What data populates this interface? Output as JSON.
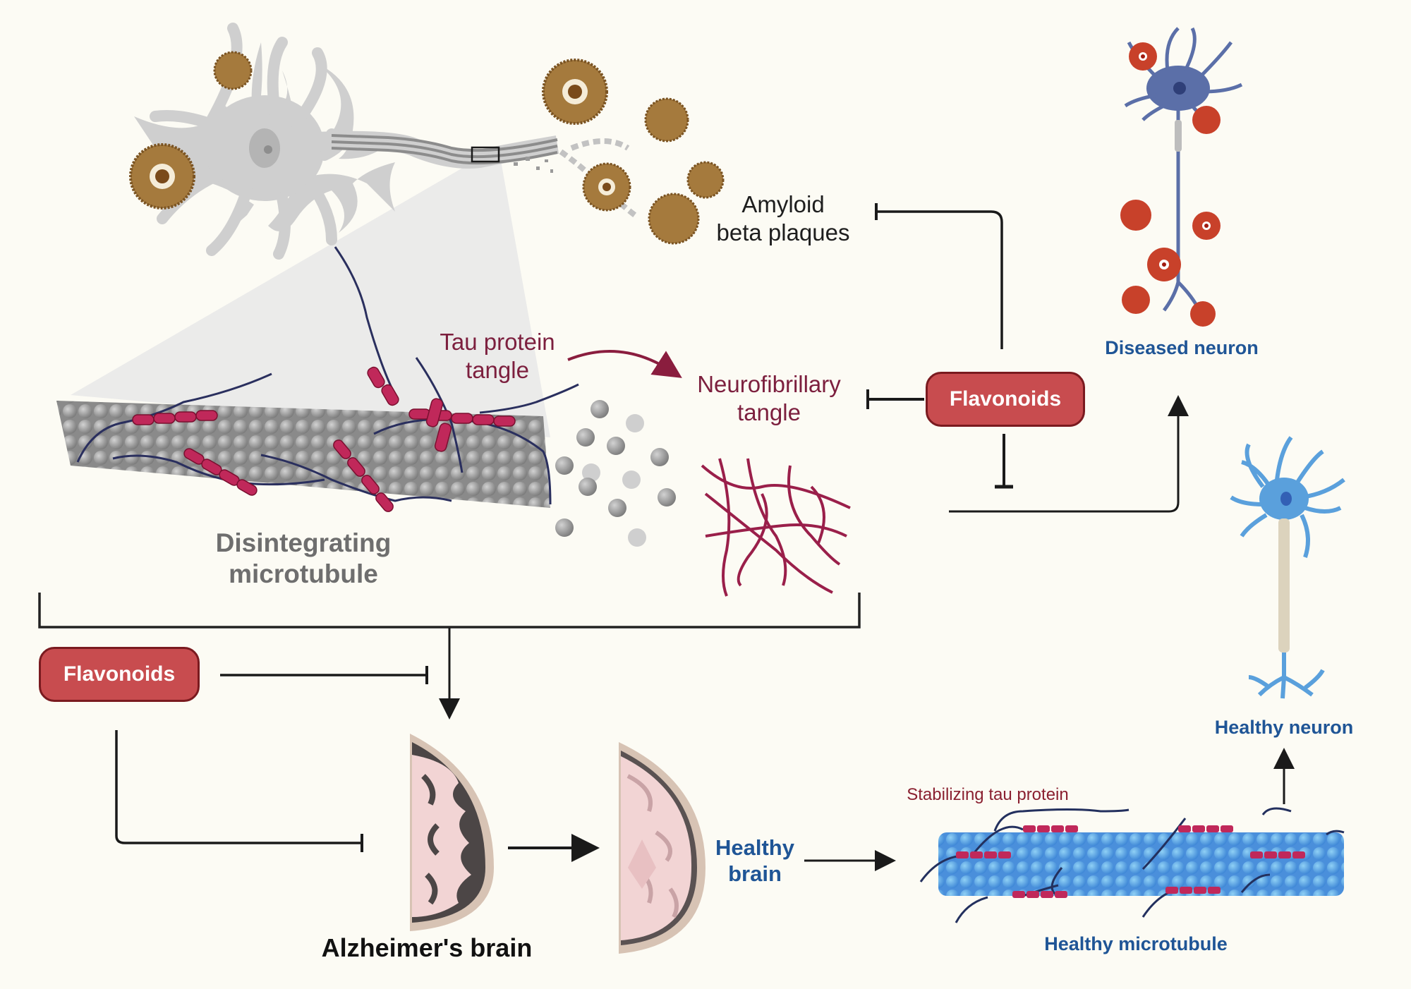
{
  "labels": {
    "amyloid": [
      "Amyloid",
      "beta plaques"
    ],
    "tau_tangle": [
      "Tau protein",
      "tangle"
    ],
    "neurofibrillary": [
      "Neurofibrillary",
      "tangle"
    ],
    "disintegrating": [
      "Disintegrating",
      "microtubule"
    ],
    "diseased_neuron": "Diseased neuron",
    "healthy_neuron": "Healthy neuron",
    "alzheimers_brain": "Alzheimer's brain",
    "healthy_brain": [
      "Healthy",
      "brain"
    ],
    "stabilizing_tau": "Stabilizing tau protein",
    "healthy_microtubule": "Healthy microtubule"
  },
  "flavonoid_boxes": {
    "top": "Flavonoids",
    "left": "Flavonoids"
  },
  "colors": {
    "background": "#fcfbf4",
    "flavonoid_fill": "#c84c4f",
    "flavonoid_border": "#7a1a1f",
    "tau_red": "#c0285a",
    "maroon_text": "#7c1f3e",
    "blue_text": "#1f5596",
    "plaque_brown": "#9a6a2c",
    "plaque_red": "#c8412a",
    "diseased_neuron": "#5b6fa8",
    "healthy_neuron": "#5aa0dc",
    "microtubule_grey": "#9a9a9a",
    "microtubule_blue": "#4aa0e0",
    "brain_pink": "#f2d4d4"
  }
}
